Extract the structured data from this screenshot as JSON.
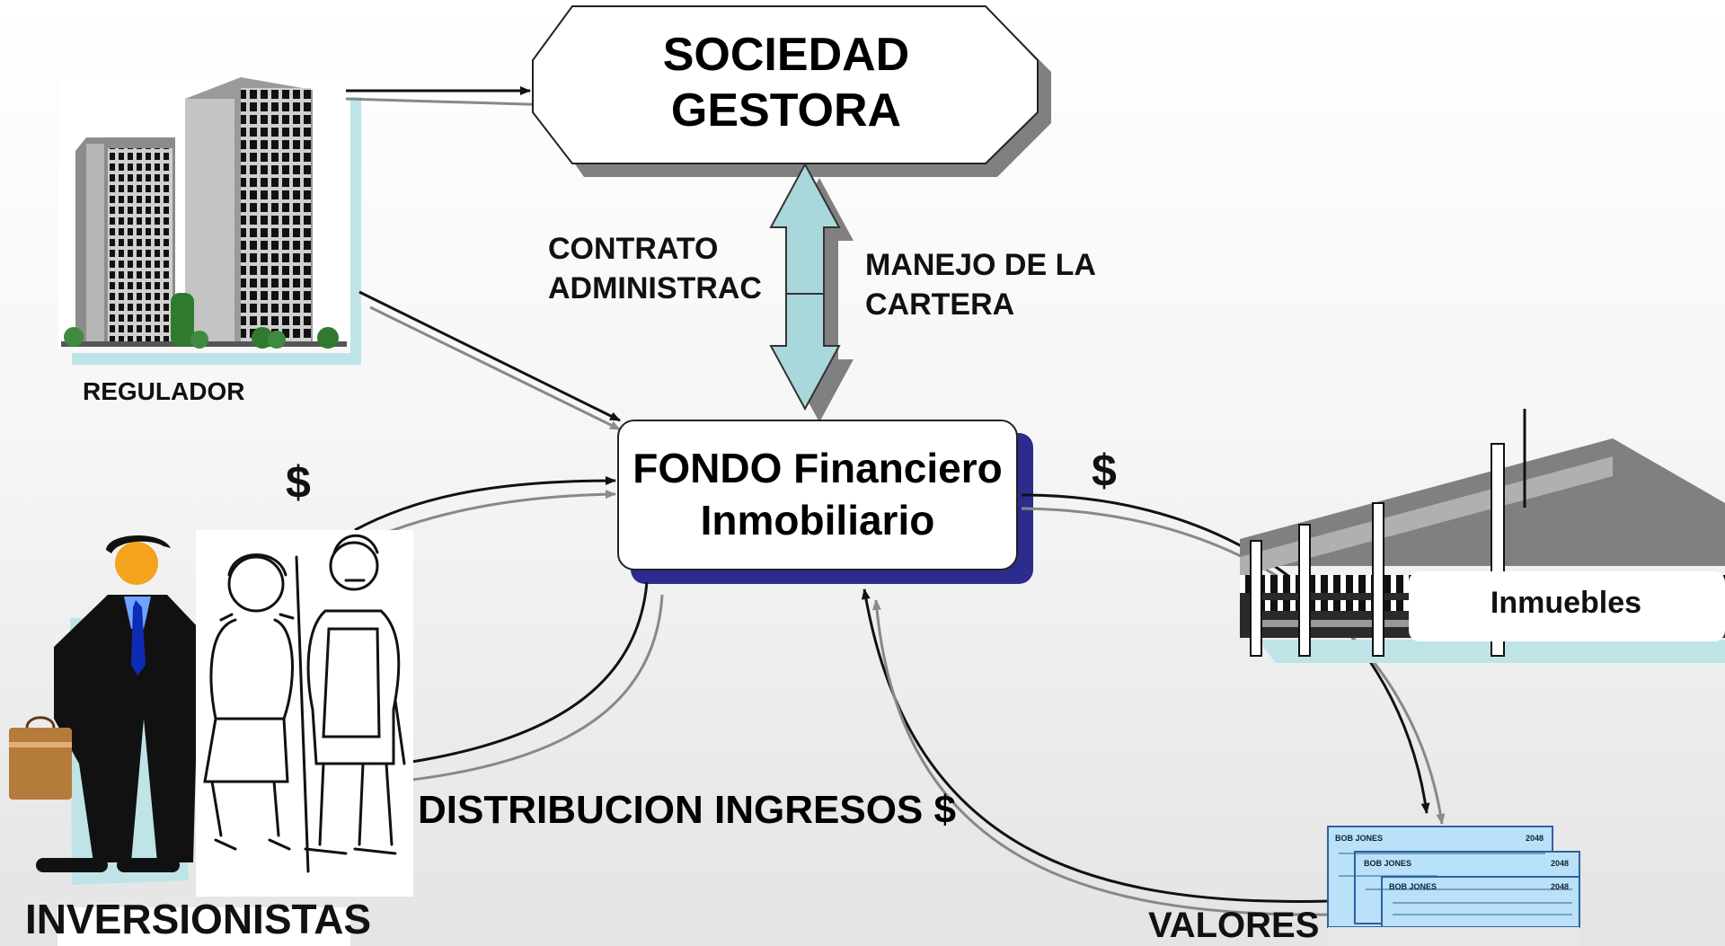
{
  "sociedad_gestora": "SOCIEDAD\nGESTORA",
  "fondo": "FONDO Financiero\nInmobiliario",
  "contrato": "CONTRATO\nADMINISTRAC",
  "manejo": "MANEJO DE LA\nCARTERA",
  "regulador": "REGULADOR",
  "dollar_left": "$",
  "dollar_right": "$",
  "inversionistas": "INVERSIONISTAS",
  "distribucion": "DISTRIBUCION INGRESOS $",
  "inmuebles": "Inmuebles",
  "valores": "VALORES",
  "checks": [
    {
      "name": "BOB JONES",
      "number": "2048"
    },
    {
      "name": "BOB JONES",
      "number": "2048"
    },
    {
      "name": "BOB JONES",
      "number": "2048"
    }
  ],
  "colors": {
    "arrow_fill": "#a9d8dc",
    "fondo_shadow": "#2b2c8c",
    "box_shadow": "#808080",
    "building_shadow": "#bfe4e8",
    "check_fill": "#b9e1f7"
  }
}
